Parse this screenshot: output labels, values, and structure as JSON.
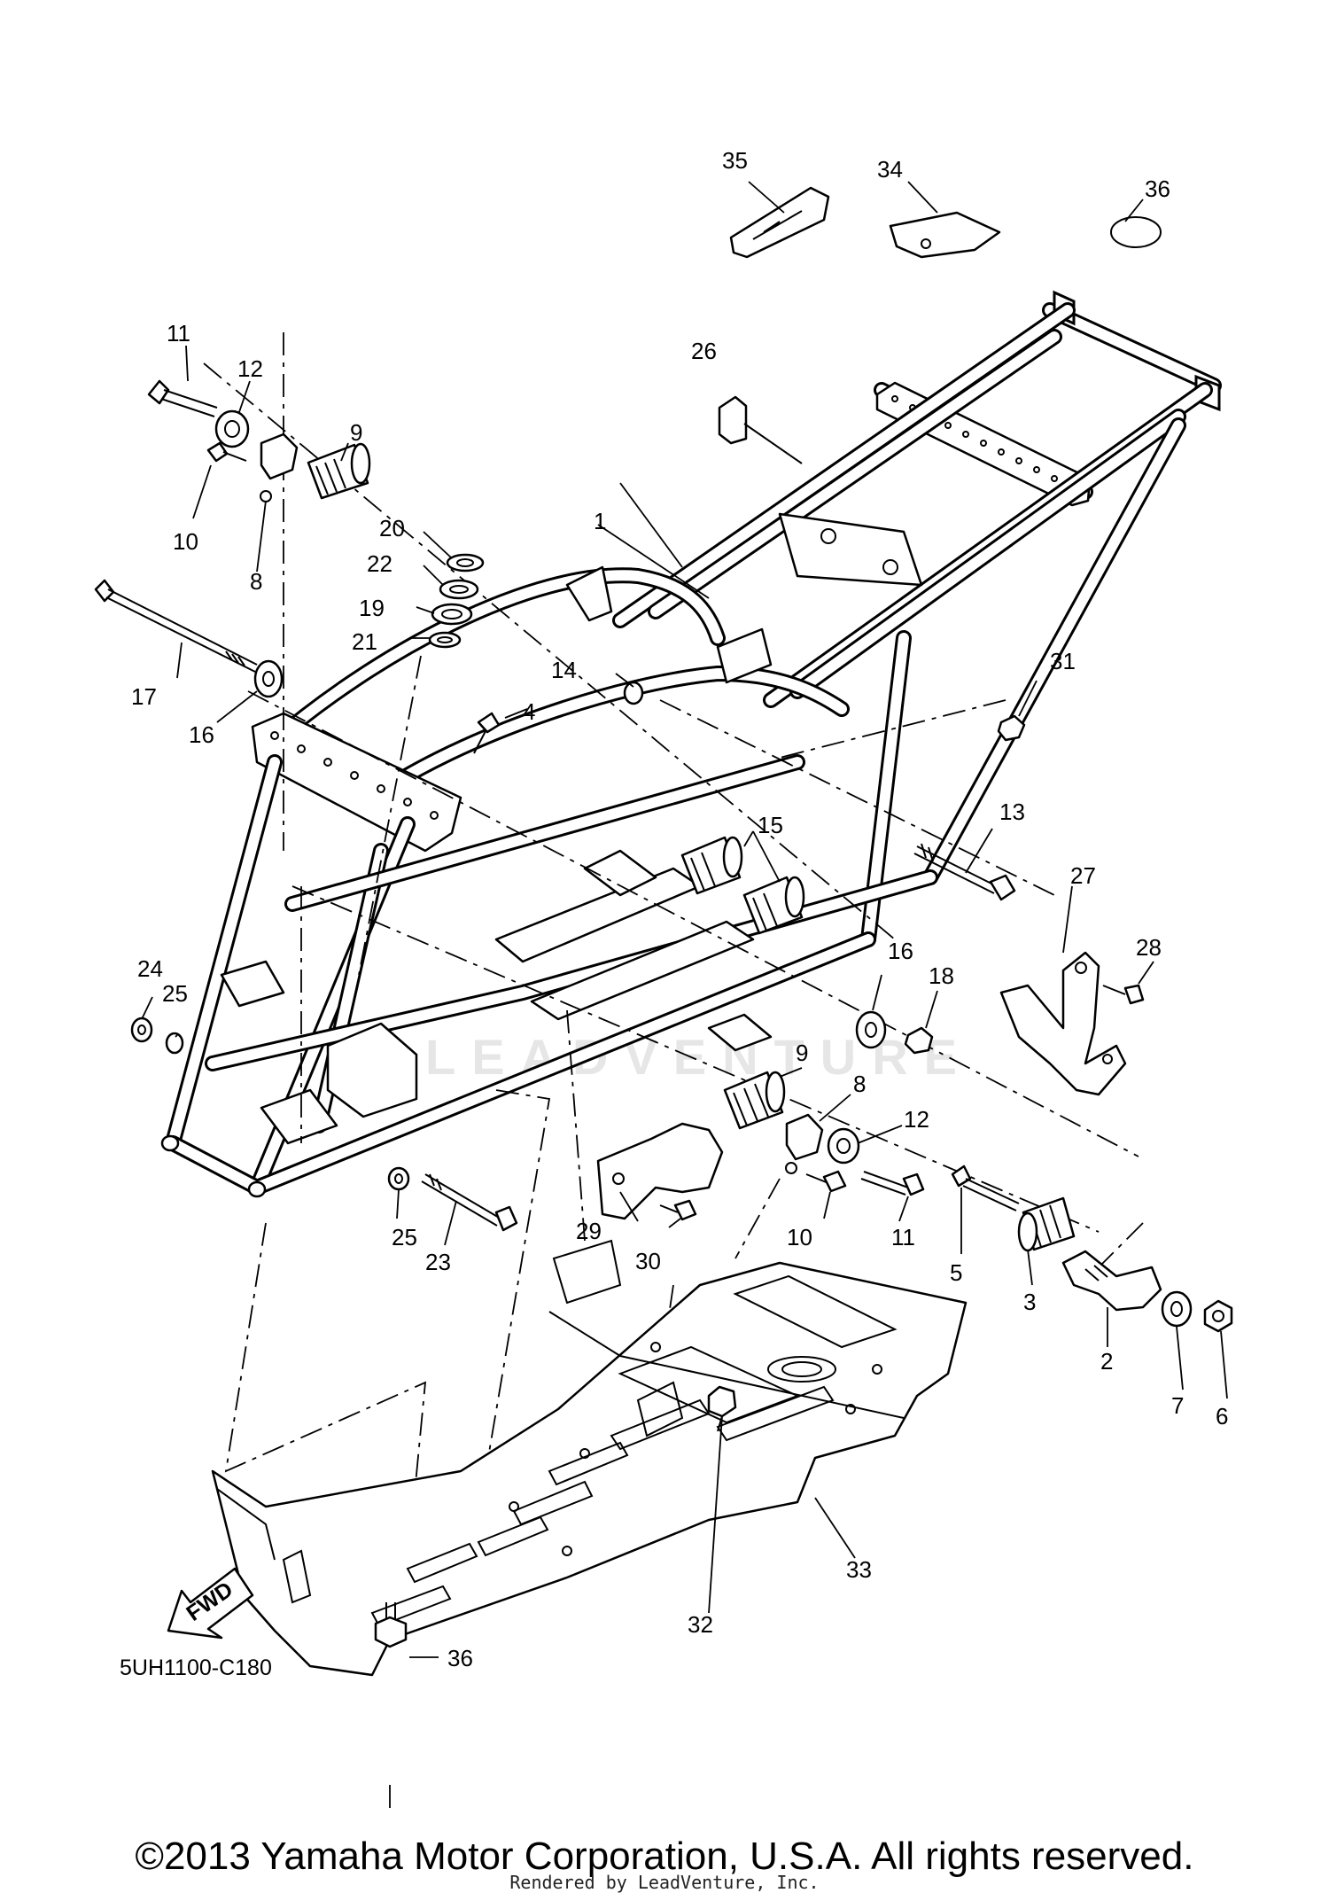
{
  "diagram": {
    "labels": [
      "1",
      "2",
      "3",
      "4",
      "5",
      "6",
      "7",
      "8",
      "8",
      "9",
      "9",
      "10",
      "10",
      "11",
      "11",
      "12",
      "12",
      "13",
      "14",
      "15",
      "16",
      "16",
      "17",
      "18",
      "19",
      "20",
      "21",
      "22",
      "23",
      "24",
      "25",
      "25",
      "26",
      "27",
      "28",
      "29",
      "30",
      "31",
      "32",
      "33",
      "34",
      "35",
      "36",
      "36"
    ],
    "diagram_code": "5UH1100-C180",
    "fwd_marker": "FWD",
    "watermark": "LEADVENTURE"
  },
  "footer": {
    "copyright": "©2013 Yamaha Motor Corporation, U.S.A. All rights reserved.",
    "rendered_by": "Rendered by LeadVenture, Inc."
  }
}
